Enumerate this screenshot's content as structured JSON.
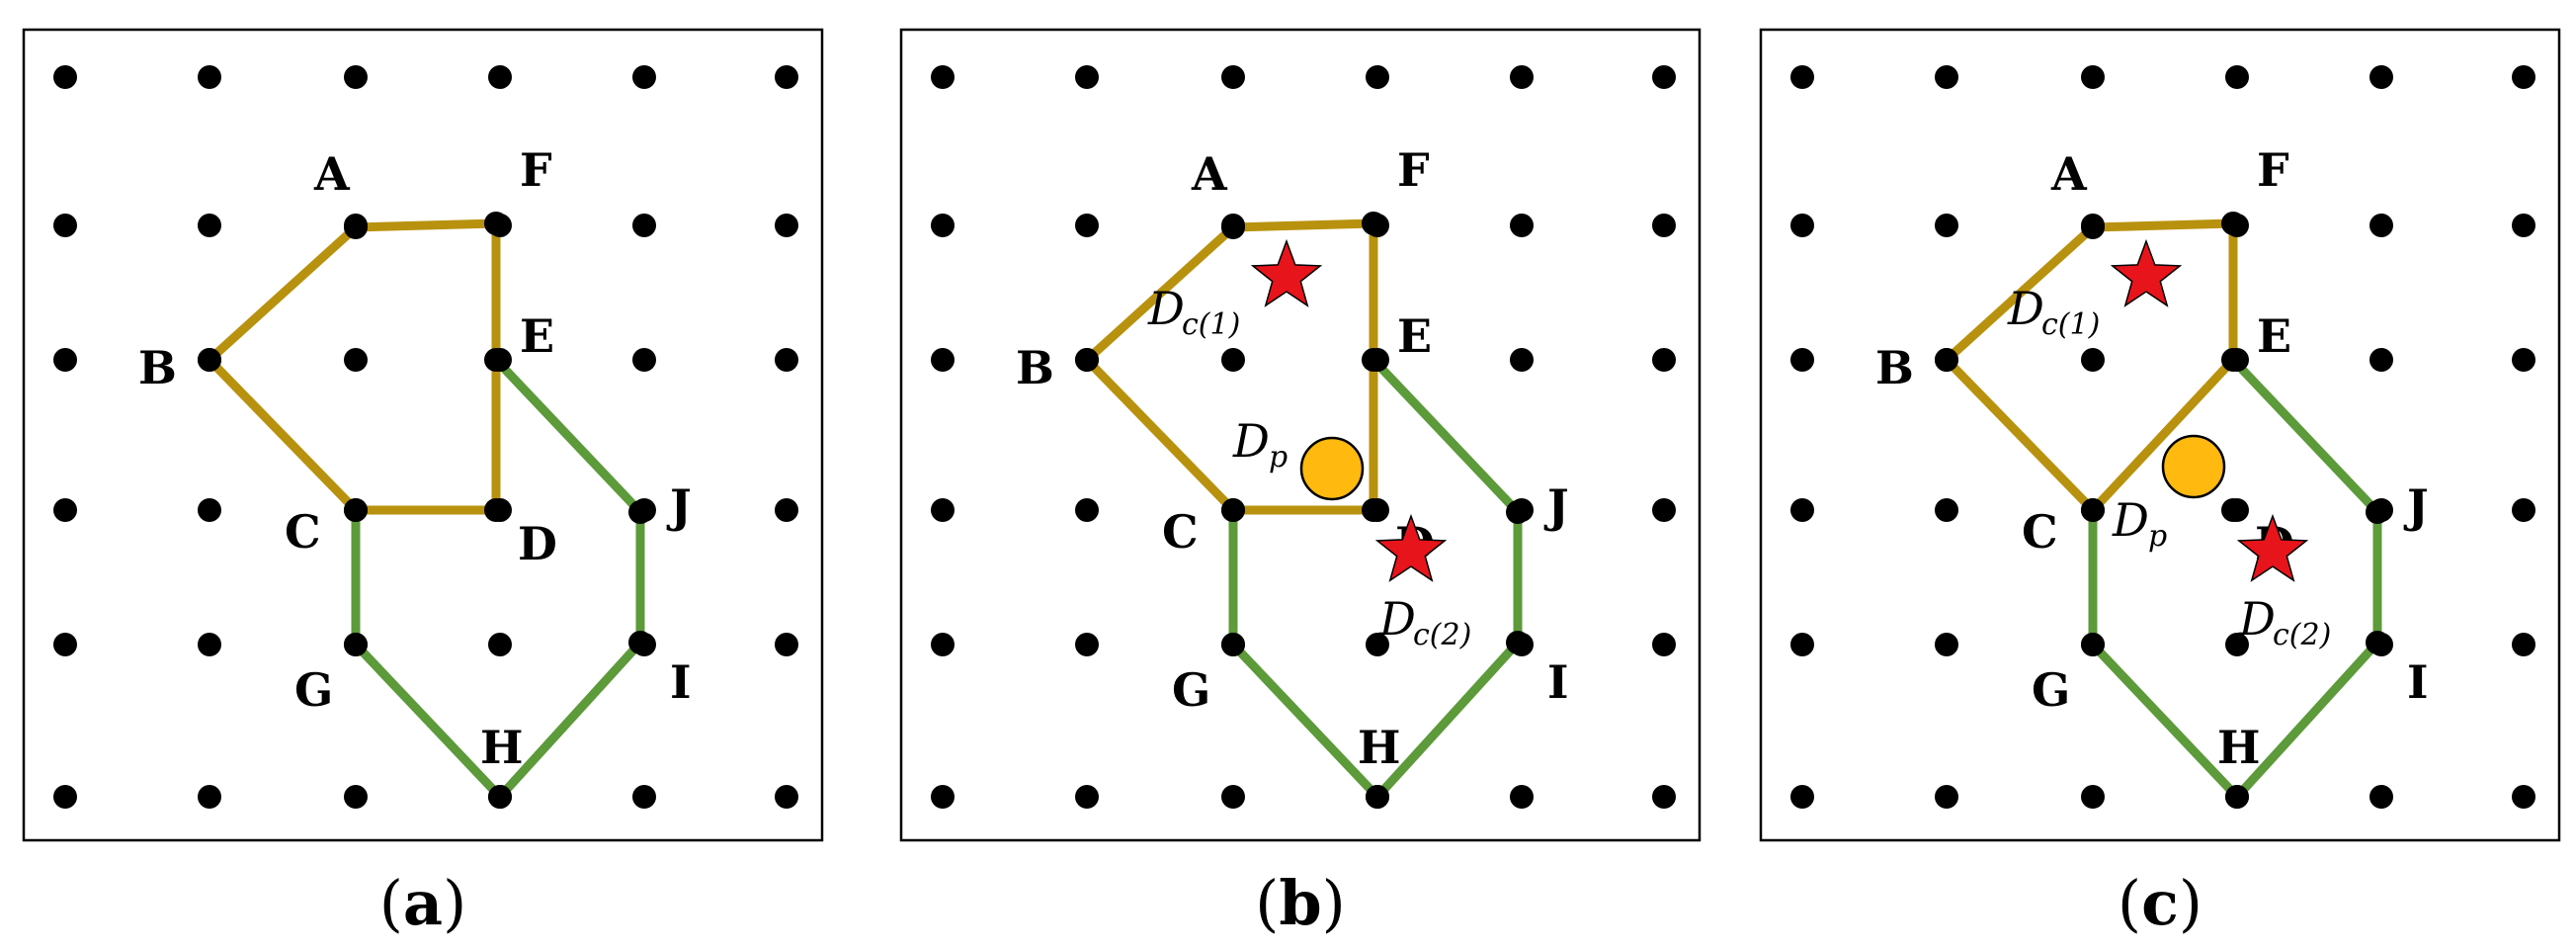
{
  "colors": {
    "dot": "#000000",
    "yellow_edge": "#b8920e",
    "green_edge": "#5c9a3a",
    "star": "#e8141b",
    "circle": "#ffb90f",
    "frame": "#000000"
  },
  "node_labels": [
    "A",
    "B",
    "C",
    "D",
    "E",
    "F",
    "G",
    "H",
    "I",
    "J"
  ],
  "captions": [
    {
      "open": "(",
      "letter": "a",
      "close": ")"
    },
    {
      "open": "(",
      "letter": "b",
      "close": ")"
    },
    {
      "open": "(",
      "letter": "c",
      "close": ")"
    }
  ],
  "markers": {
    "star_main": "D",
    "star_sub_1": "c(1)",
    "star_sub_2": "c(2)",
    "circle_main": "D",
    "circle_sub": "p"
  },
  "panels": [
    {
      "id": "a",
      "yellow_path": [
        "A",
        "F",
        "E",
        "D",
        "C",
        "B",
        "A"
      ],
      "green_path": [
        "C",
        "G",
        "H",
        "I",
        "J",
        "E"
      ],
      "show_markers": false
    },
    {
      "id": "b",
      "yellow_path": [
        "A",
        "F",
        "E",
        "D",
        "C",
        "B",
        "A"
      ],
      "green_path": [
        "C",
        "G",
        "H",
        "I",
        "J",
        "E"
      ],
      "show_markers": true,
      "circle_side": "left"
    },
    {
      "id": "c",
      "yellow_path": [
        "A",
        "F",
        "E",
        "C",
        "B",
        "A"
      ],
      "green_path": [
        "C",
        "G",
        "H",
        "I",
        "J",
        "E"
      ],
      "show_markers": true,
      "circle_side": "below"
    }
  ]
}
